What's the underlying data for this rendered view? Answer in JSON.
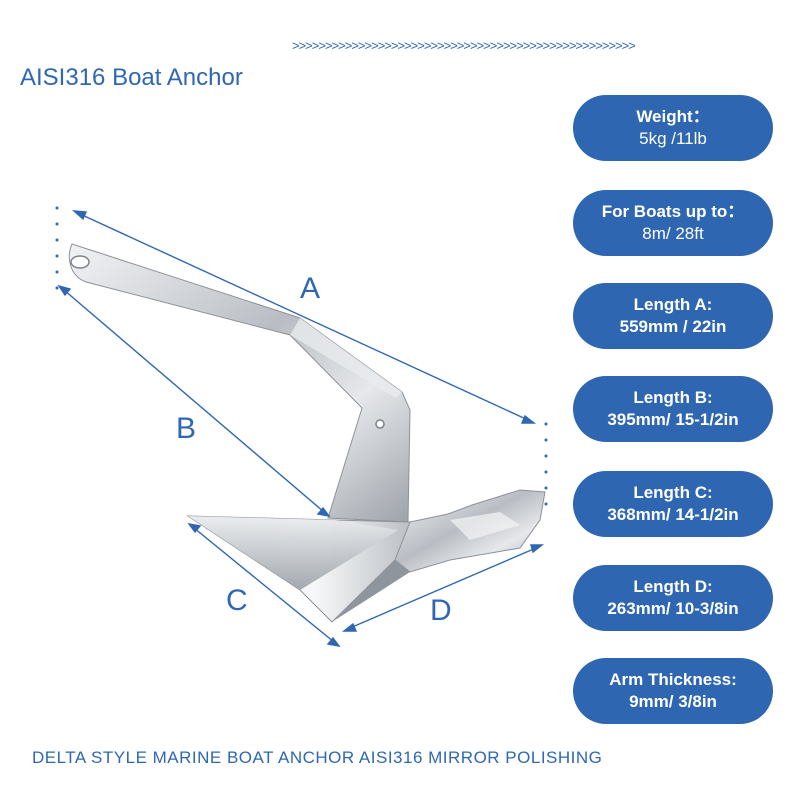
{
  "header": {
    "decoration": ">>>>>>>>>>>>>>>>>>>>>>>>>>>>>>>>>>>>>>>>>>>>>>>>>>>>",
    "title": "AISI316 Boat Anchor"
  },
  "specs": [
    {
      "label": "Weight：",
      "value": "5kg /11lb"
    },
    {
      "label": "For Boats up to：",
      "value": "8m/ 28ft"
    },
    {
      "label": "Length A:",
      "value": "559mm / 22in"
    },
    {
      "label": "Length B:",
      "value": "395mm/ 15-1/2in"
    },
    {
      "label": "Length C:",
      "value": "368mm/ 14-1/2in"
    },
    {
      "label": "Length D:",
      "value": "263mm/ 10-3/8in"
    },
    {
      "label": "Arm Thickness:",
      "value": "9mm/ 3/8in"
    }
  ],
  "dimensions": {
    "a": "A",
    "b": "B",
    "c": "C",
    "d": "D"
  },
  "footer": "DELTA STYLE MARINE BOAT ANCHOR AISI316 MIRROR POLISHING",
  "colors": {
    "accent": "#2f67b1",
    "pill": "#2e66b1",
    "steel": "#c9ccd0"
  }
}
